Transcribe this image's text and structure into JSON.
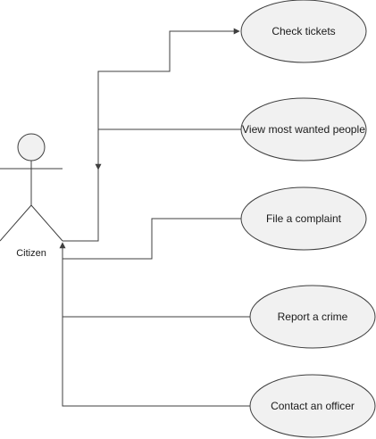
{
  "actor": {
    "label": "Citizen"
  },
  "use_cases": [
    {
      "label": "Check tickets"
    },
    {
      "label": "View most wanted people"
    },
    {
      "label": "File a complaint"
    },
    {
      "label": "Report a crime"
    },
    {
      "label": "Contact an officer"
    }
  ],
  "colors": {
    "ellipse_fill": "#f1f1f1",
    "stroke": "#3f3f3f"
  }
}
